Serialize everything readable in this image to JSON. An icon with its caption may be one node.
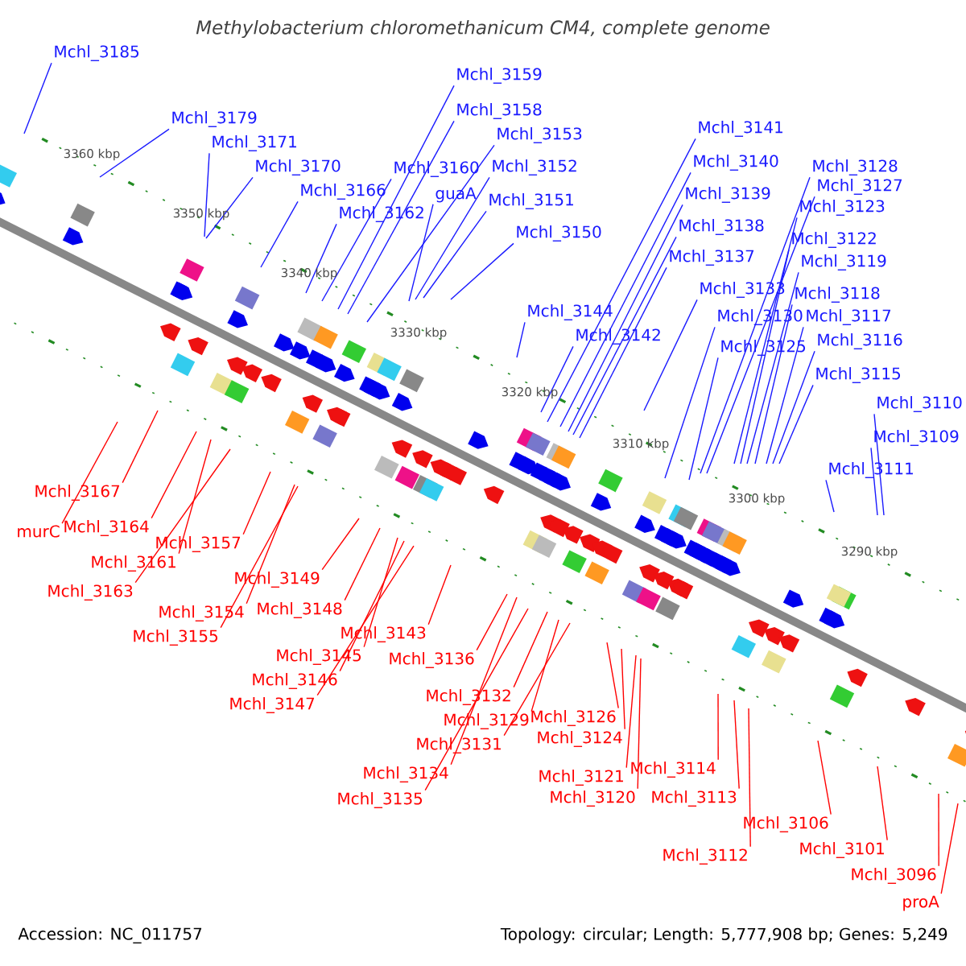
{
  "diagram": {
    "title": "Methylobacterium chloromethanicum CM4, complete genome",
    "nodes": [
      {
        "text": [
          "Mchl_3185"
        ]
      },
      {
        "text": [
          "Mchl_3179"
        ]
      },
      {
        "text": [
          "Mchl_3171"
        ]
      },
      {
        "text": [
          "Mchl_3170"
        ]
      },
      {
        "text": [
          "Mchl_3166"
        ]
      },
      {
        "text": [
          "Mchl_3162"
        ]
      },
      {
        "text": [
          "Mchl_3160"
        ]
      },
      {
        "text": [
          "Mchl_3159"
        ]
      },
      {
        "text": [
          "Mchl_3158"
        ]
      },
      {
        "text": [
          "Mchl_3153"
        ]
      },
      {
        "text": [
          "guaA"
        ]
      },
      {
        "text": [
          "Mchl_3152"
        ]
      },
      {
        "text": [
          "Mchl_3151"
        ]
      },
      {
        "text": [
          "Mchl_3150"
        ]
      },
      {
        "text": [
          "Mchl_3144"
        ]
      },
      {
        "text": [
          "Mchl_3142"
        ]
      },
      {
        "text": [
          "Mchl_3141"
        ]
      },
      {
        "text": [
          "Mchl_3140"
        ]
      },
      {
        "text": [
          "Mchl_3139"
        ]
      },
      {
        "text": [
          "Mchl_3138"
        ]
      },
      {
        "text": [
          "Mchl_3137"
        ]
      },
      {
        "text": [
          "Mchl_3133"
        ]
      },
      {
        "text": [
          "Mchl_3130"
        ]
      },
      {
        "text": [
          "Mchl_3125"
        ]
      },
      {
        "text": [
          "Mchl_3128"
        ]
      },
      {
        "text": [
          "Mchl_3127"
        ]
      },
      {
        "text": [
          "Mchl_3123"
        ]
      },
      {
        "text": [
          "Mchl_3122"
        ]
      },
      {
        "text": [
          "Mchl_3119"
        ]
      },
      {
        "text": [
          "Mchl_3118"
        ]
      },
      {
        "text": [
          "Mchl_3117"
        ]
      },
      {
        "text": [
          "Mchl_3116"
        ]
      },
      {
        "text": [
          "Mchl_3115"
        ]
      },
      {
        "text": [
          "Mchl_3110"
        ]
      },
      {
        "text": [
          "Mchl_3109"
        ]
      },
      {
        "text": [
          "Mchl_3111"
        ]
      },
      {
        "text": [
          "Mchl_3167"
        ]
      },
      {
        "text": [
          "murC"
        ]
      },
      {
        "text": [
          "Mchl_3164"
        ]
      },
      {
        "text": [
          "Mchl_3161"
        ]
      },
      {
        "text": [
          "Mchl_3163"
        ]
      },
      {
        "text": [
          "Mchl_3157"
        ]
      },
      {
        "text": [
          "Mchl_3149"
        ]
      },
      {
        "text": [
          "Mchl_3154"
        ]
      },
      {
        "text": [
          "Mchl_3155"
        ]
      },
      {
        "text": [
          "Mchl_3148"
        ]
      },
      {
        "text": [
          "Mchl_3143"
        ]
      },
      {
        "text": [
          "Mchl_3145"
        ]
      },
      {
        "text": [
          "Mchl_3146"
        ]
      },
      {
        "text": [
          "Mchl_3147"
        ]
      },
      {
        "text": [
          "Mchl_3136"
        ]
      },
      {
        "text": [
          "Mchl_3132"
        ]
      },
      {
        "text": [
          "Mchl_3129"
        ]
      },
      {
        "text": [
          "Mchl_3131"
        ]
      },
      {
        "text": [
          "Mchl_3134"
        ]
      },
      {
        "text": [
          "Mchl_3135"
        ]
      },
      {
        "text": [
          "Mchl_3126"
        ]
      },
      {
        "text": [
          "Mchl_3124"
        ]
      },
      {
        "text": [
          "Mchl_3121"
        ]
      },
      {
        "text": [
          "Mchl_3120"
        ]
      },
      {
        "text": [
          "Mchl_3114"
        ]
      },
      {
        "text": [
          "Mchl_3113"
        ]
      },
      {
        "text": [
          "Mchl_3112"
        ]
      },
      {
        "text": [
          "Mchl_3106"
        ]
      },
      {
        "text": [
          "Mchl_3101"
        ]
      },
      {
        "text": [
          "Mchl_3096"
        ]
      },
      {
        "text": [
          "proA"
        ]
      }
    ],
    "edges": [
      {
        "from": 0,
        "to": null,
        "arrow": "none"
      },
      {
        "from": 1,
        "to": null,
        "arrow": "none"
      },
      {
        "from": 2,
        "to": null,
        "arrow": "none"
      },
      {
        "from": 3,
        "to": null,
        "arrow": "none"
      },
      {
        "from": 4,
        "to": null,
        "arrow": "none"
      },
      {
        "from": 5,
        "to": null,
        "arrow": "none"
      },
      {
        "from": 6,
        "to": null,
        "arrow": "none"
      },
      {
        "from": 7,
        "to": null,
        "arrow": "none"
      },
      {
        "from": 8,
        "to": null,
        "arrow": "none"
      },
      {
        "from": 9,
        "to": null,
        "arrow": "none"
      },
      {
        "from": 10,
        "to": null,
        "arrow": "none"
      },
      {
        "from": 11,
        "to": null,
        "arrow": "none"
      },
      {
        "from": 12,
        "to": null,
        "arrow": "none"
      },
      {
        "from": 13,
        "to": null,
        "arrow": "none"
      },
      {
        "from": 14,
        "to": null,
        "arrow": "none"
      },
      {
        "from": 15,
        "to": null,
        "arrow": "none"
      },
      {
        "from": 16,
        "to": null,
        "arrow": "none"
      },
      {
        "from": 17,
        "to": null,
        "arrow": "none"
      },
      {
        "from": 18,
        "to": null,
        "arrow": "none"
      },
      {
        "from": 19,
        "to": null,
        "arrow": "none"
      },
      {
        "from": 20,
        "to": null,
        "arrow": "none"
      },
      {
        "from": 21,
        "to": null,
        "arrow": "none"
      },
      {
        "from": 22,
        "to": null,
        "arrow": "none"
      },
      {
        "from": 23,
        "to": null,
        "arrow": "none"
      },
      {
        "from": 24,
        "to": null,
        "arrow": "none"
      },
      {
        "from": 25,
        "to": null,
        "arrow": "none"
      },
      {
        "from": 26,
        "to": null,
        "arrow": "none"
      },
      {
        "from": 27,
        "to": null,
        "arrow": "none"
      },
      {
        "from": 28,
        "to": null,
        "arrow": "none"
      },
      {
        "from": 29,
        "to": null,
        "arrow": "none"
      },
      {
        "from": 30,
        "to": null,
        "arrow": "none"
      },
      {
        "from": 31,
        "to": null,
        "arrow": "none"
      },
      {
        "from": 32,
        "to": null,
        "arrow": "none"
      },
      {
        "from": 33,
        "to": null,
        "arrow": "none"
      },
      {
        "from": 34,
        "to": null,
        "arrow": "none"
      },
      {
        "from": 35,
        "to": null,
        "arrow": "none"
      },
      {
        "from": 36,
        "to": null,
        "arrow": "none",
        "color": "#ff0000"
      },
      {
        "from": 37,
        "to": null,
        "arrow": "none",
        "color": "#ff0000"
      },
      {
        "from": 38,
        "to": null,
        "arrow": "none",
        "color": "#ff0000"
      },
      {
        "from": 39,
        "to": null,
        "arrow": "none",
        "color": "#ff0000"
      },
      {
        "from": 40,
        "to": null,
        "arrow": "none",
        "color": "#ff0000"
      },
      {
        "from": 41,
        "to": null,
        "arrow": "none",
        "color": "#ff0000"
      },
      {
        "from": 42,
        "to": null,
        "arrow": "none",
        "color": "#ff0000"
      },
      {
        "from": 43,
        "to": null,
        "arrow": "none",
        "color": "#ff0000"
      },
      {
        "from": 44,
        "to": null,
        "arrow": "none",
        "color": "#ff0000"
      },
      {
        "from": 45,
        "to": null,
        "arrow": "none",
        "color": "#ff0000"
      },
      {
        "from": 46,
        "to": null,
        "arrow": "none",
        "color": "#ff0000"
      },
      {
        "from": 47,
        "to": null,
        "arrow": "none",
        "color": "#ff0000"
      },
      {
        "from": 48,
        "to": null,
        "arrow": "none",
        "color": "#ff0000"
      },
      {
        "from": 49,
        "to": null,
        "arrow": "none",
        "color": "#ff0000"
      },
      {
        "from": 50,
        "to": null,
        "arrow": "none",
        "color": "#ff0000"
      },
      {
        "from": 51,
        "to": null,
        "arrow": "none",
        "color": "#ff0000"
      },
      {
        "from": 52,
        "to": null,
        "arrow": "none",
        "color": "#ff0000"
      },
      {
        "from": 53,
        "to": null,
        "arrow": "none",
        "color": "#ff0000"
      },
      {
        "from": 54,
        "to": null,
        "arrow": "none",
        "color": "#ff0000"
      },
      {
        "from": 55,
        "to": null,
        "arrow": "none",
        "color": "#ff0000"
      },
      {
        "from": 56,
        "to": null,
        "arrow": "none",
        "color": "#ff0000"
      },
      {
        "from": 57,
        "to": null,
        "arrow": "none",
        "color": "#ff0000"
      },
      {
        "from": 58,
        "to": null,
        "arrow": "none",
        "color": "#ff0000"
      },
      {
        "from": 59,
        "to": null,
        "arrow": "none",
        "color": "#ff0000"
      },
      {
        "from": 60,
        "to": null,
        "arrow": "none",
        "color": "#ff0000"
      },
      {
        "from": 61,
        "to": null,
        "arrow": "none",
        "color": "#ff0000"
      },
      {
        "from": 62,
        "to": null,
        "arrow": "none",
        "color": "#ff0000"
      },
      {
        "from": 63,
        "to": null,
        "arrow": "none",
        "color": "#ff0000"
      },
      {
        "from": 64,
        "to": null,
        "arrow": "none",
        "color": "#ff0000"
      },
      {
        "from": 65,
        "to": null,
        "arrow": "none",
        "color": "#ff0000"
      },
      {
        "from": 66,
        "to": null,
        "arrow": "none",
        "color": "#ff0000"
      }
    ],
    "labels": [
      "3360 kbp",
      "3350 kbp",
      "3340 kbp",
      "3330 kbp",
      "3320 kbp",
      "3310 kbp",
      "3300 kbp",
      "3290 kbp",
      "Accession: NC_011757",
      "Topology: circular; Length: 5,777,908 bp; Genes: 5,249"
    ]
  }
}
